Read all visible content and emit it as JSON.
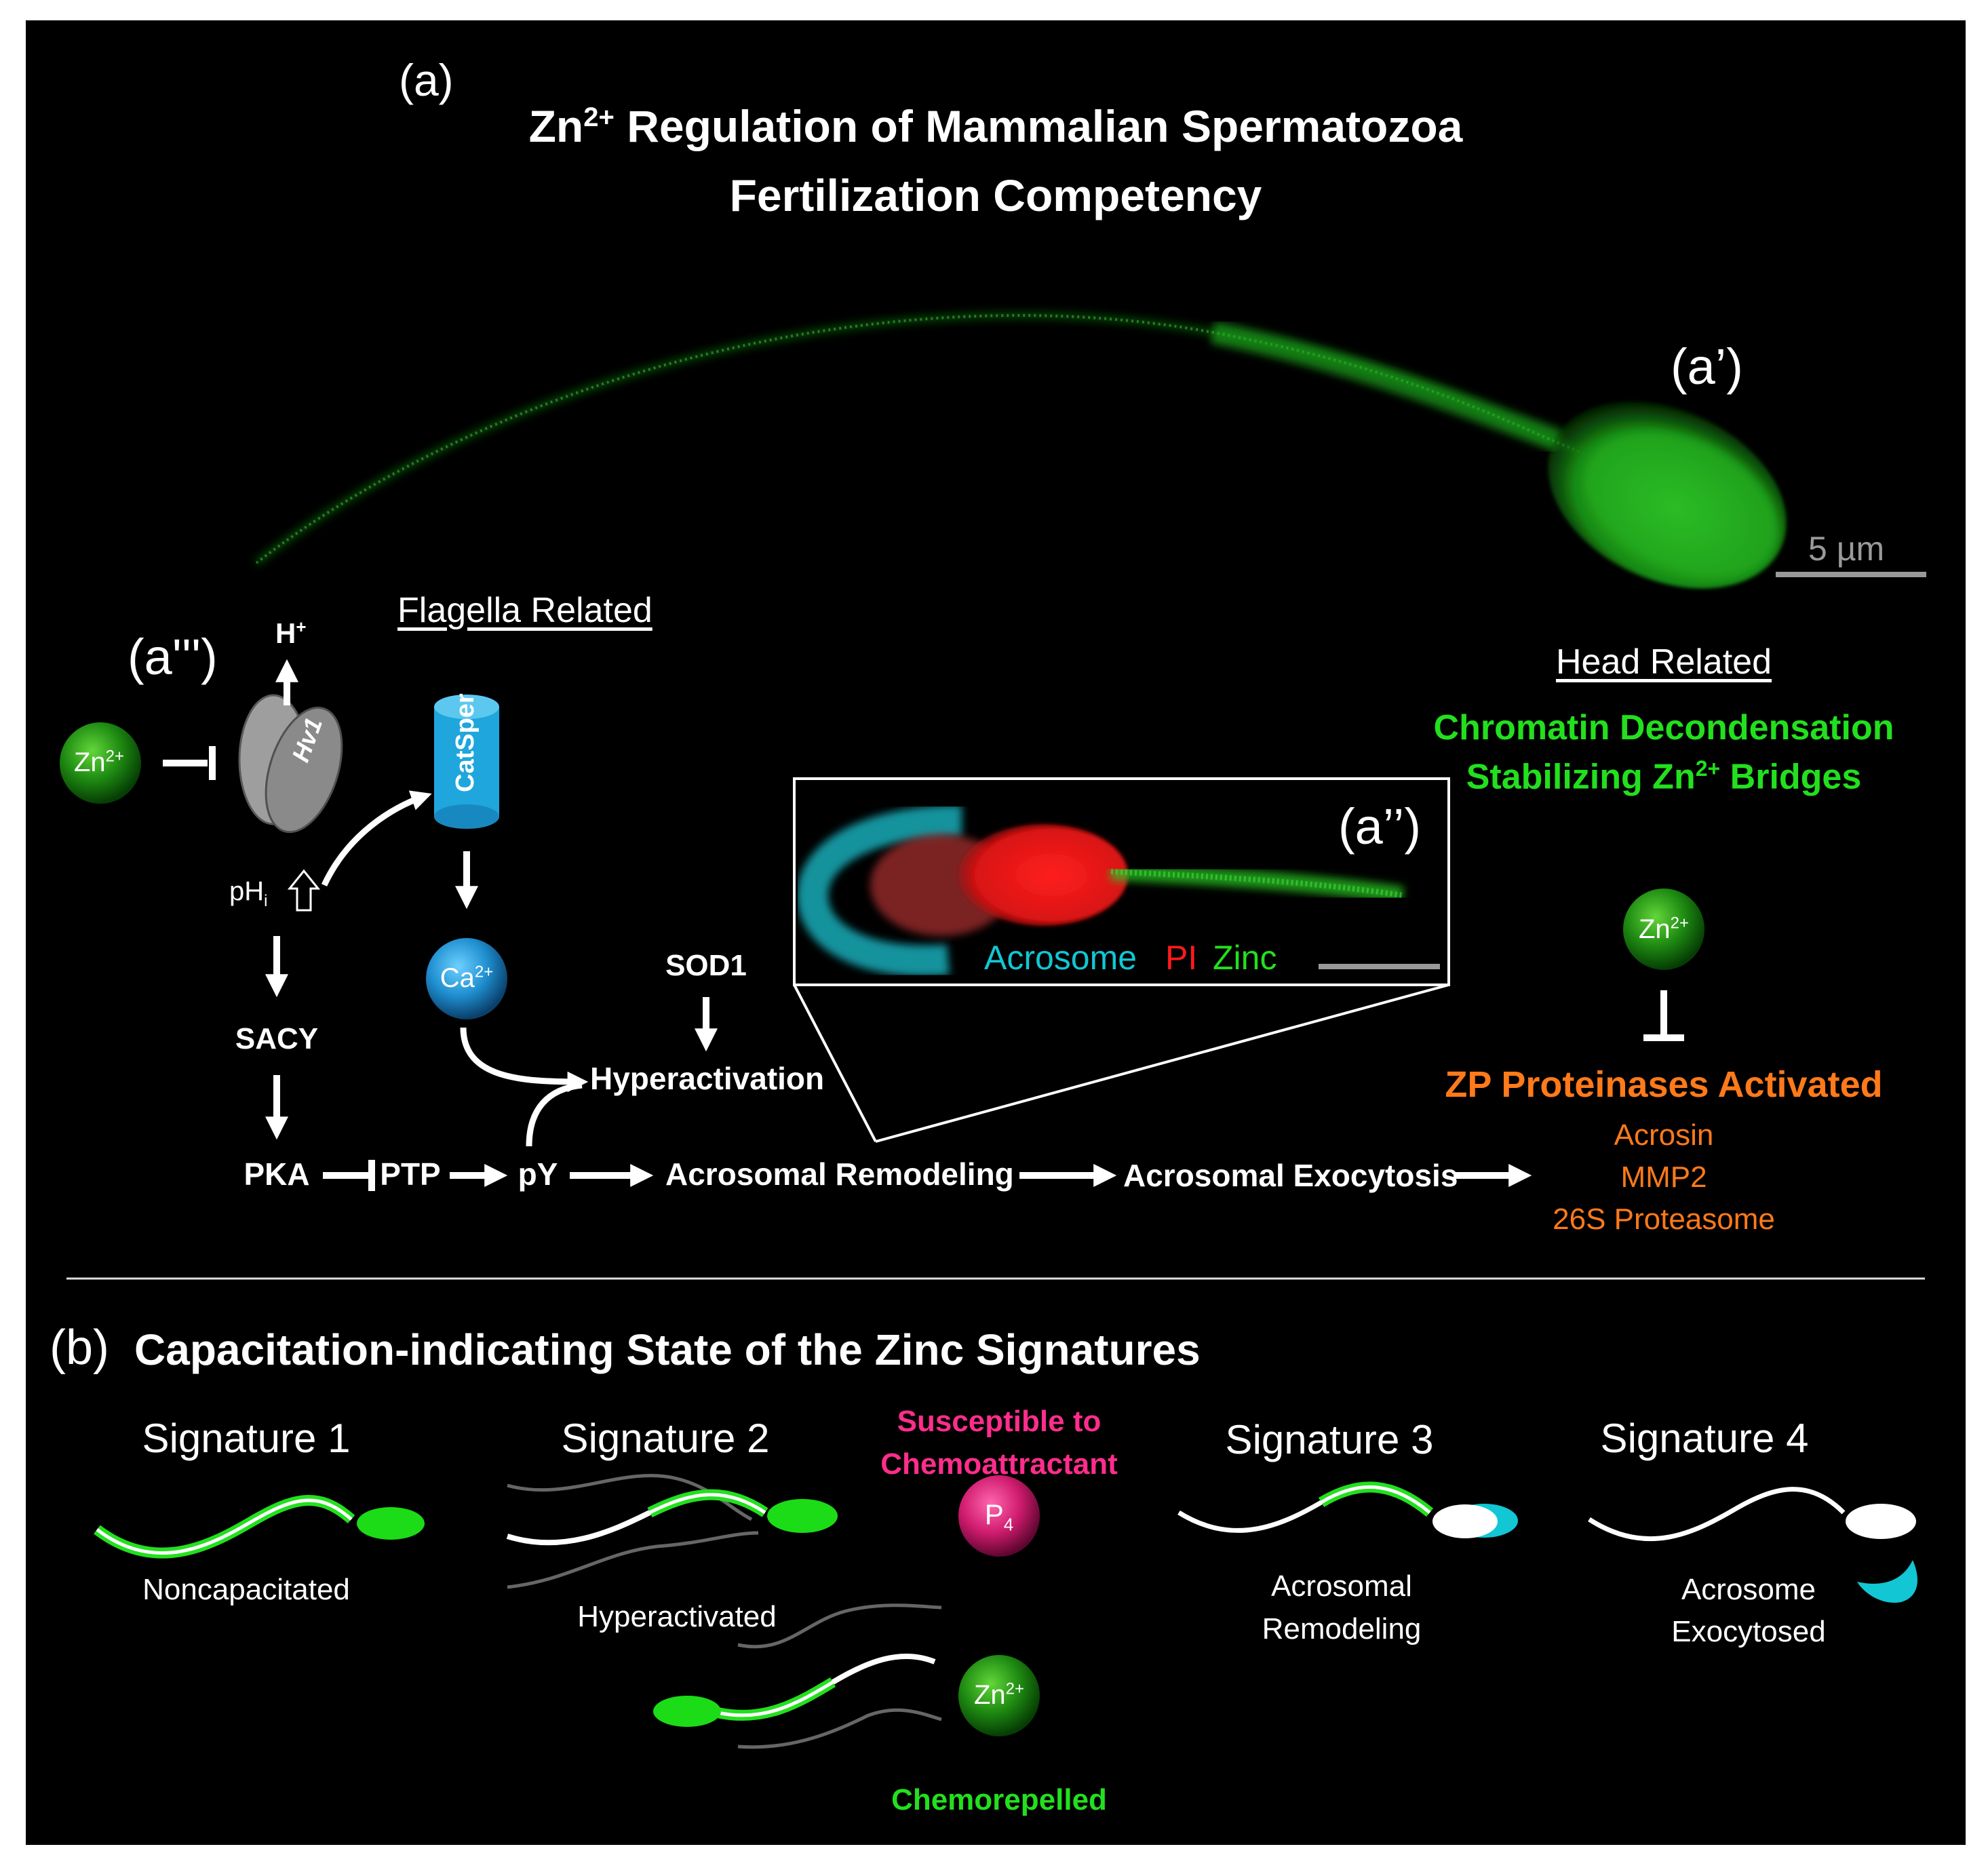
{
  "panel_a": {
    "label": "(a)",
    "title_line1_pre": "Zn",
    "title_line1_sup": "2+",
    "title_line1_post": " Regulation of Mammalian Spermatozoa",
    "title_line2": "Fertilization Competency",
    "sub_a1": "(a’)",
    "sub_a2": "(a’’)",
    "sub_a3": "(a''')",
    "scalebar": "5 µm"
  },
  "flagella": {
    "heading": "Flagella Related",
    "h_plus": "H",
    "h_plus_sup": "+",
    "hv1": "Hv1",
    "catsper": "CatSper",
    "zn_main": "Zn",
    "zn_sup": "2+",
    "ph_main": "pH",
    "ph_sub": "i",
    "ca_main": "Ca",
    "ca_sup": "2+",
    "sacy": "SACY",
    "sod1": "SOD1",
    "hyperactivation": "Hyperactivation",
    "pka": "PKA",
    "ptp": "PTP",
    "py": "pY",
    "acrosomal_remodeling": "Acrosomal Remodeling",
    "acrosomal_exocytosis": "Acrosomal Exocytosis"
  },
  "inset": {
    "acrosome": "Acrosome",
    "pi": "PI",
    "zinc": "Zinc"
  },
  "head": {
    "heading": "Head Related",
    "chromatin1": "Chromatin Decondensation",
    "chromatin2_pre": "Stabilizing Zn",
    "chromatin2_sup": "2+",
    "chromatin2_post": " Bridges",
    "zn_main": "Zn",
    "zn_sup": "2+",
    "zp_title": "ZP Proteinases Activated",
    "enzymes": [
      "Acrosin",
      "MMP2",
      "26S Proteasome"
    ]
  },
  "panel_b": {
    "label": "(b)",
    "title": "Capacitation-indicating State of the Zinc Signatures",
    "sig1": "Signature 1",
    "sig1_state": "Noncapacitated",
    "sig2": "Signature 2",
    "sig2_state": "Hyperactivated",
    "susceptible1": "Susceptible to",
    "susceptible2": "Chemoattractant",
    "p4_main": "P",
    "p4_sub": "4",
    "zn_main": "Zn",
    "zn_sup": "2+",
    "chemorepelled": "Chemorepelled",
    "sig3": "Signature 3",
    "sig3_state1": "Acrosomal",
    "sig3_state2": "Remodeling",
    "sig4": "Signature 4",
    "sig4_state1": "Acrosome",
    "sig4_state2": "Exocytosed"
  },
  "colors": {
    "background": "#000000",
    "zinc_green": "#22e01e",
    "acrosome_cyan": "#12c6d4",
    "pi_red": "#ff1a1a",
    "proteinase_orange": "#ff7a1a",
    "p4_magenta": "#ff2d8c",
    "catsper_blue": "#1fa6dc"
  }
}
